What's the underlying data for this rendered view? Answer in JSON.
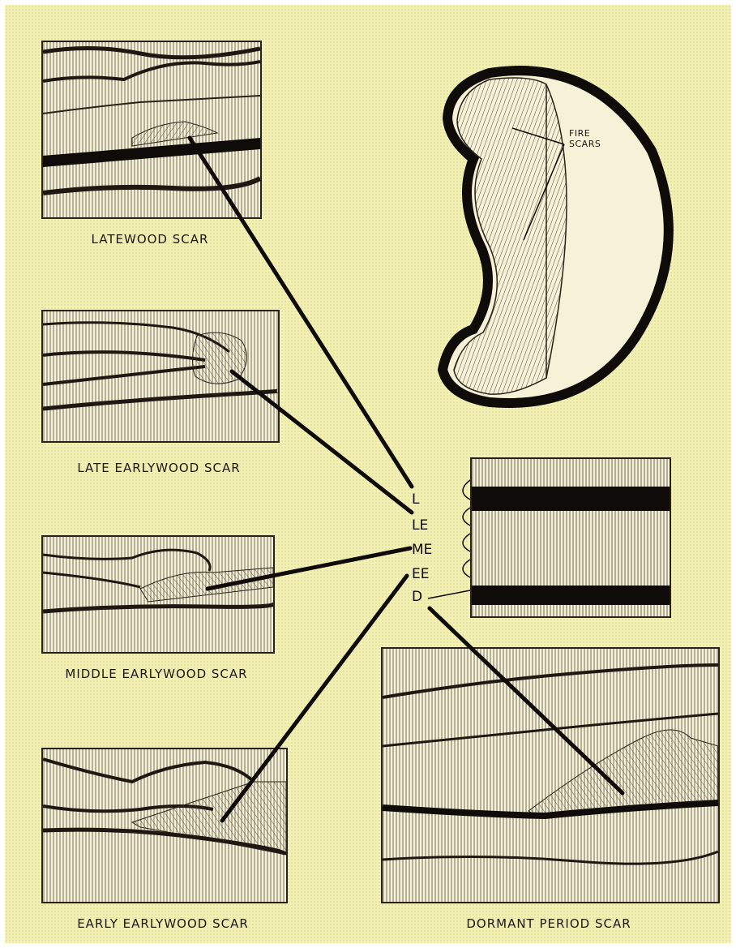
{
  "diagram": {
    "captions": {
      "latewood": "LATEWOOD SCAR",
      "late_earlywood": "LATE EARLYWOOD SCAR",
      "middle_earlywood": "MIDDLE EARLYWOOD SCAR",
      "early_earlywood": "EARLY EARLYWOOD SCAR",
      "dormant": "DORMANT PERIOD SCAR"
    },
    "fire_scars_label": [
      "FIRE",
      "SCARS"
    ],
    "season_labels": [
      "L",
      "LE",
      "ME",
      "EE",
      "D"
    ],
    "colors": {
      "background": "#f3f0b4",
      "ink": "#2a2118",
      "wood": "#f6f2d8"
    }
  }
}
